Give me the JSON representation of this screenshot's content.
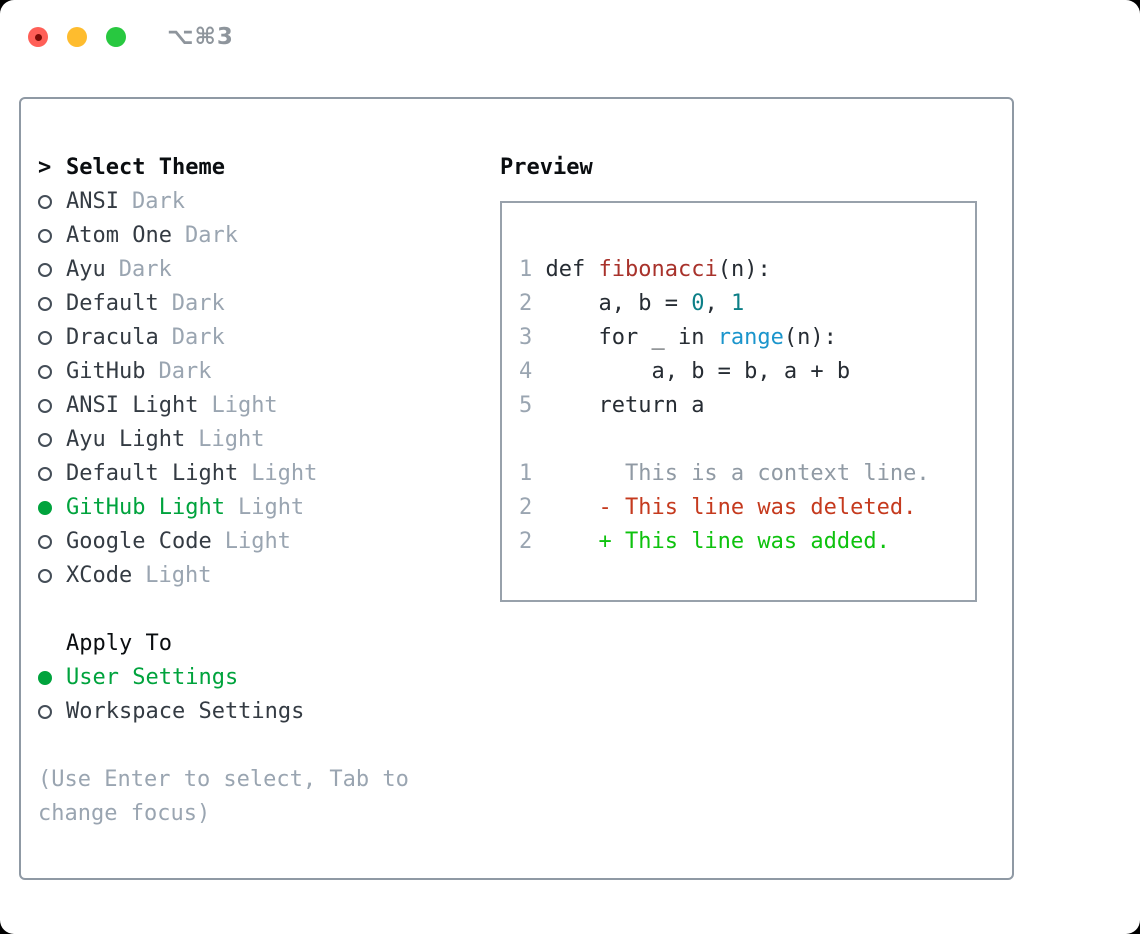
{
  "window": {
    "title": "⌥⌘3"
  },
  "colors": {
    "accent_green": "#00a33d",
    "diff_added": "#0ec20e",
    "diff_deleted": "#c53a1e",
    "syntax_function": "#a8322b",
    "syntax_number": "#0c7f87",
    "syntax_builtin": "#1b95cc",
    "muted_gray": "#9aa5b1",
    "panel_border": "#8f99a4",
    "traffic_red": "#ff5f57",
    "traffic_yellow": "#febc2e",
    "traffic_green": "#28c840"
  },
  "theme_select": {
    "prompt": ">",
    "header": "Select Theme",
    "items": [
      {
        "label": "ANSI",
        "variant": "Dark",
        "selected": false
      },
      {
        "label": "Atom One",
        "variant": "Dark",
        "selected": false
      },
      {
        "label": "Ayu",
        "variant": "Dark",
        "selected": false
      },
      {
        "label": "Default",
        "variant": "Dark",
        "selected": false
      },
      {
        "label": "Dracula",
        "variant": "Dark",
        "selected": false
      },
      {
        "label": "GitHub",
        "variant": "Dark",
        "selected": false
      },
      {
        "label": "ANSI Light",
        "variant": "Light",
        "selected": false
      },
      {
        "label": "Ayu Light",
        "variant": "Light",
        "selected": false
      },
      {
        "label": "Default Light",
        "variant": "Light",
        "selected": false
      },
      {
        "label": "GitHub Light",
        "variant": "Light",
        "selected": true
      },
      {
        "label": "Google Code",
        "variant": "Light",
        "selected": false
      },
      {
        "label": "XCode",
        "variant": "Light",
        "selected": false
      }
    ]
  },
  "apply_to": {
    "header": "Apply To",
    "options": [
      {
        "label": "User Settings",
        "selected": true
      },
      {
        "label": "Workspace Settings",
        "selected": false
      }
    ]
  },
  "help_lines": [
    "(Use Enter to select, Tab to",
    "change focus)"
  ],
  "preview": {
    "header": "Preview",
    "code": {
      "l1": {
        "num": "1",
        "t1": " def ",
        "fn": "fibonacci",
        "t2": "(n):"
      },
      "l2": {
        "num": "2",
        "t1": "     a, b = ",
        "n1": "0",
        "t2": ", ",
        "n2": "1"
      },
      "l3": {
        "num": "3",
        "t1": "     for _ in ",
        "fn": "range",
        "t2": "(n):"
      },
      "l4": {
        "num": "4",
        "t1": "         a, b = b, a + b"
      },
      "l5": {
        "num": "5",
        "t1": "     return a"
      }
    },
    "diff": {
      "context": {
        "num": "1",
        "text": "       This is a context line."
      },
      "deleted": {
        "num": "2",
        "text": "     - This line was deleted."
      },
      "added": {
        "num": "2",
        "text": "     + This line was added."
      }
    }
  }
}
